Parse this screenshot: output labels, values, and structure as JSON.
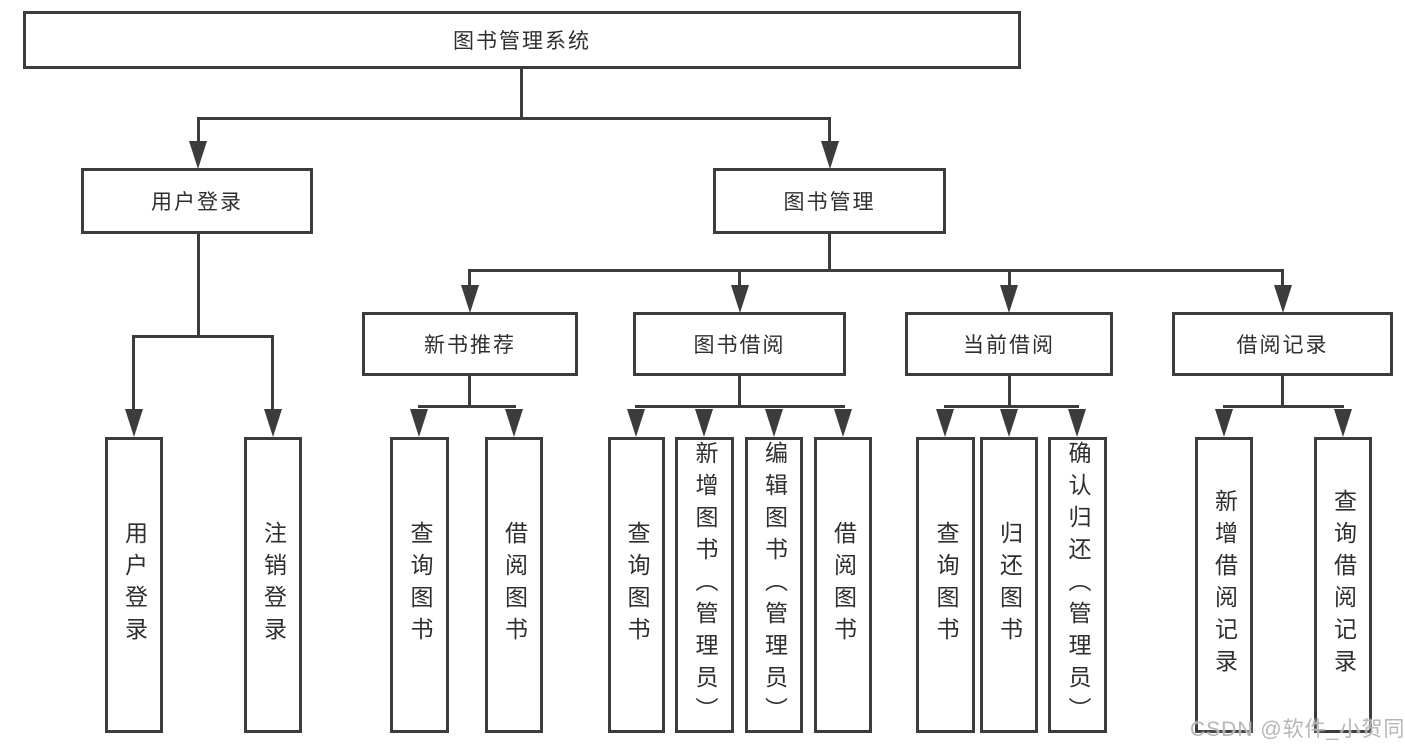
{
  "nodes": {
    "root": "图书管理系统",
    "level2": {
      "user_login": "用户登录",
      "book_mgmt": "图书管理"
    },
    "level3": {
      "new_books": "新书推荐",
      "book_borrow": "图书借阅",
      "current_borrow": "当前借阅",
      "borrow_records": "借阅记录"
    },
    "leaves": {
      "login": "用户登录",
      "logout": "注销登录",
      "nb_query": "查询图书",
      "nb_borrow": "借阅图书",
      "bb_query": "查询图书",
      "bb_add": "新增图书（管理员）",
      "bb_edit": "编辑图书（管理员）",
      "bb_borrow": "借阅图书",
      "cb_query": "查询图书",
      "cb_return": "归还图书",
      "cb_confirm": "确认归还（管理员）",
      "br_add": "新增借阅记录",
      "br_query": "查询借阅记录"
    }
  },
  "watermark": "CSDN @软件_小贺同学",
  "colors": {
    "line": "#3c3c3c",
    "text": "#2f2f2f",
    "watermark": "#b6b6b6",
    "background": "#ffffff"
  }
}
